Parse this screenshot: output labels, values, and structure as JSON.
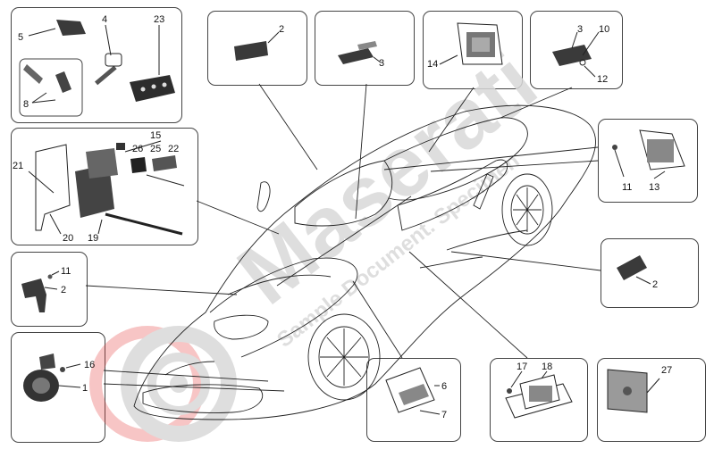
{
  "watermark": {
    "brand": "Maserati",
    "tagline": "Sample Document. Specimen",
    "color": "#d8d8d8",
    "accent_color": "#e53c3c"
  },
  "colors": {
    "line": "#222222",
    "part_fill": "#3a3a3a",
    "part_light": "#9a9a9a"
  },
  "boxes": [
    {
      "id": "keys",
      "callouts": [
        "5",
        "4",
        "23",
        "8"
      ]
    },
    {
      "id": "antenna-top",
      "callouts": [
        "2"
      ]
    },
    {
      "id": "antenna-mid",
      "callouts": [
        "3"
      ]
    },
    {
      "id": "roof-module",
      "callouts": [
        "14"
      ]
    },
    {
      "id": "small-module",
      "callouts": [
        "3",
        "10",
        "12"
      ]
    },
    {
      "id": "body-computer",
      "callouts": [
        "15",
        "26",
        "25",
        "22",
        "21",
        "20",
        "19"
      ]
    },
    {
      "id": "side-module",
      "callouts": [
        "11",
        "13"
      ]
    },
    {
      "id": "bumper-antenna",
      "callouts": [
        "11",
        "2"
      ]
    },
    {
      "id": "sill-antenna",
      "callouts": [
        "2"
      ]
    },
    {
      "id": "horn",
      "callouts": [
        "16",
        "1"
      ]
    },
    {
      "id": "center-module",
      "callouts": [
        "6",
        "7"
      ]
    },
    {
      "id": "rear-module",
      "callouts": [
        "17",
        "18"
      ]
    },
    {
      "id": "manual",
      "callouts": [
        "27"
      ]
    }
  ]
}
